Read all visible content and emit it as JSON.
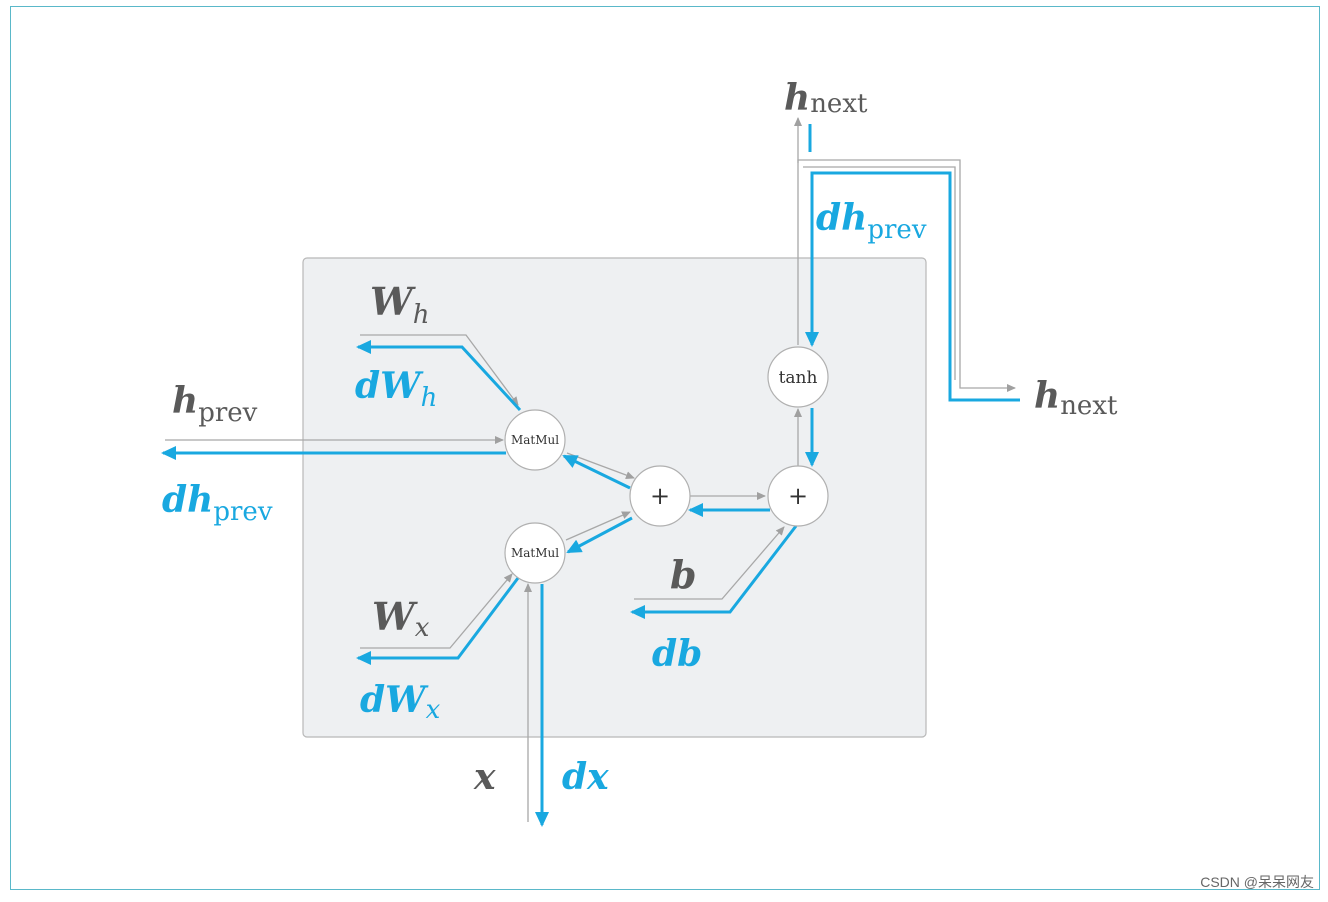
{
  "labels": {
    "h_next_top": {
      "main": "h",
      "sub": "next"
    },
    "dh_prev_top": {
      "main": "dh",
      "sub": "prev"
    },
    "h_next_right": {
      "main": "h",
      "sub": "next"
    },
    "W_h": {
      "main": "W",
      "sub": "h"
    },
    "dW_h": {
      "main": "dW",
      "sub": "h"
    },
    "h_prev": {
      "main": "h",
      "sub": "prev"
    },
    "dh_prev_left": {
      "main": "dh",
      "sub": "prev"
    },
    "W_x": {
      "main": "W",
      "sub": "x"
    },
    "dW_x": {
      "main": "dW",
      "sub": "x"
    },
    "b": "b",
    "db": "db",
    "x": "x",
    "dx": "dx"
  },
  "nodes": {
    "matmul_h": "MatMul",
    "matmul_x": "MatMul",
    "plus_left": "+",
    "plus_right": "+",
    "tanh": "tanh"
  },
  "watermark": "CSDN @呆呆网友",
  "colors": {
    "forward": "#a0a0a0",
    "backward": "#19a8e0",
    "box": "#eef0f2",
    "text": "#5a5a5a"
  }
}
